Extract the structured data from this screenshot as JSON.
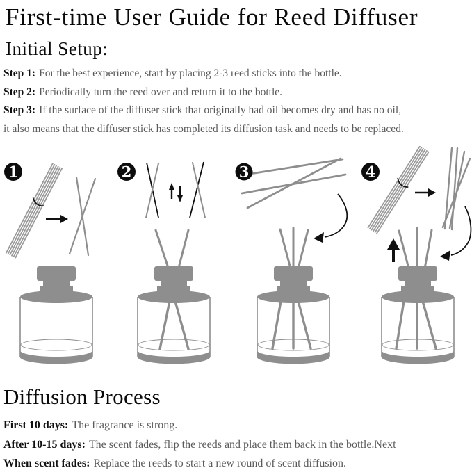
{
  "title": "First-time User Guide for Reed Diffuser",
  "initial_setup": {
    "heading": "Initial Setup:",
    "steps": [
      {
        "label": "Step 1:",
        "text": "For the best experience, start by placing 2-3 reed sticks into the bottle."
      },
      {
        "label": "Step 2:",
        "text": "Periodically turn the reed over and return it to the bottle."
      },
      {
        "label": "Step 3:",
        "text": "If the surface of the diffuser stick that originally had oil becomes dry and has no oil,",
        "continuation": "it also means that the diffuser stick has completed its diffusion task and needs to be replaced."
      }
    ]
  },
  "diagram": {
    "panels": [
      {
        "number": "1",
        "name": "untie-reed-bundle"
      },
      {
        "number": "2",
        "name": "flip-reeds-over"
      },
      {
        "number": "3",
        "name": "place-reeds-in-bottle"
      },
      {
        "number": "4",
        "name": "replace-with-fresh-reeds"
      }
    ],
    "colors": {
      "bottle_gray": "#8e8e8e",
      "bundle_gray": "#9a9a9a",
      "ink_black": "#111111",
      "badge_black": "#0c0c0c"
    }
  },
  "diffusion_process": {
    "heading": "Diffusion Process",
    "items": [
      {
        "label": "First 10 days:",
        "text": "The fragrance is strong."
      },
      {
        "label": "After 10-15 days:",
        "text": "The scent fades, flip the reeds and place them back in the bottle.Next"
      },
      {
        "label": "When scent fades:",
        "text": "Replace the reeds to start a new round of scent diffusion."
      }
    ]
  }
}
